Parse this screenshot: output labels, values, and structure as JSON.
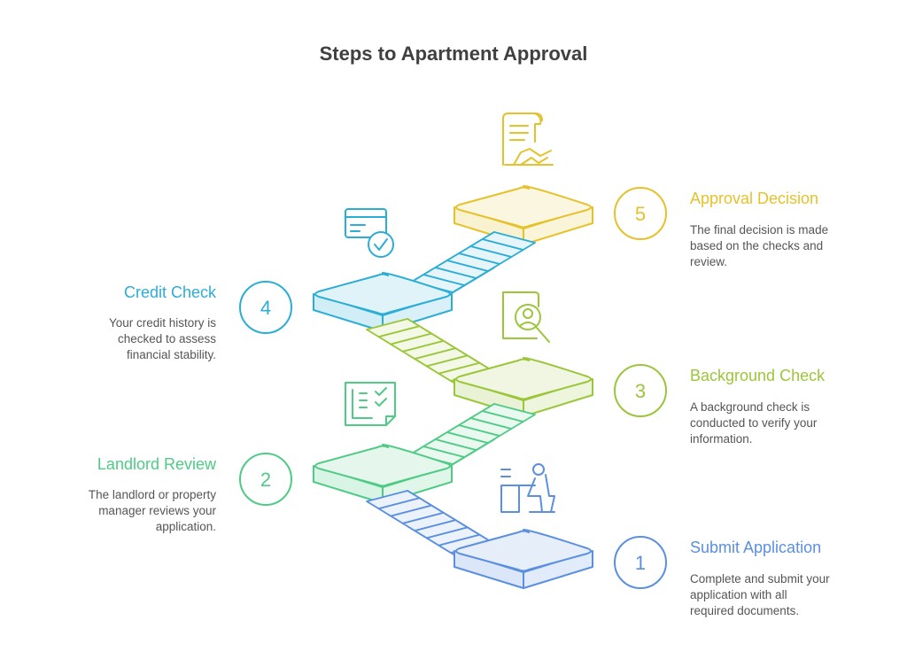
{
  "title": "Steps to Apartment Approval",
  "colors": {
    "step1": "#5B8FE0",
    "step2": "#4FCB86",
    "step3": "#9CC63A",
    "step4": "#2CADD6",
    "step5": "#E5C22B",
    "title": "#404040",
    "text": "#555555"
  },
  "steps": [
    {
      "number": "1",
      "title": "Submit Application",
      "description_lines": [
        "Complete and submit your",
        "application with all",
        "required documents."
      ],
      "icon": "desk-person-icon"
    },
    {
      "number": "2",
      "title": "Landlord Review",
      "description_lines": [
        "The landlord or property",
        "manager reviews your",
        "application."
      ],
      "icon": "checklist-document-icon"
    },
    {
      "number": "3",
      "title": "Background Check",
      "description_lines": [
        "A background check is",
        "conducted to verify your",
        "information."
      ],
      "icon": "person-magnifier-icon"
    },
    {
      "number": "4",
      "title": "Credit Check",
      "description_lines": [
        "Your credit history is",
        "checked to assess",
        "financial stability."
      ],
      "icon": "credit-card-check-icon"
    },
    {
      "number": "5",
      "title": "Approval Decision",
      "description_lines": [
        "The final decision is made",
        "based on the checks and",
        "review."
      ],
      "icon": "contract-handshake-icon"
    }
  ]
}
